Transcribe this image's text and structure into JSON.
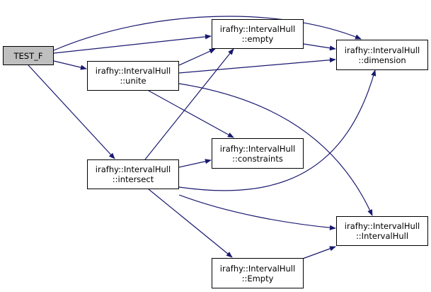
{
  "diagram": {
    "colors": {
      "edge": "#191970",
      "root_fill": "#bfbfbf",
      "node_fill": "#ffffff",
      "border": "#000000"
    },
    "nodes": [
      {
        "id": "test_f",
        "lines": [
          "TEST_F"
        ],
        "root": true
      },
      {
        "id": "empty",
        "lines": [
          "irafhy::IntervalHull",
          "::empty"
        ]
      },
      {
        "id": "dimension",
        "lines": [
          "irafhy::IntervalHull",
          "::dimension"
        ]
      },
      {
        "id": "unite",
        "lines": [
          "irafhy::IntervalHull",
          "::unite"
        ]
      },
      {
        "id": "constraints",
        "lines": [
          "irafhy::IntervalHull",
          "::constraints"
        ]
      },
      {
        "id": "intersect",
        "lines": [
          "irafhy::IntervalHull",
          "::intersect"
        ]
      },
      {
        "id": "intervalhull",
        "lines": [
          "irafhy::IntervalHull",
          "::IntervalHull"
        ]
      },
      {
        "id": "Empty",
        "lines": [
          "irafhy::IntervalHull",
          "::Empty"
        ]
      }
    ],
    "edges": [
      {
        "from": "test_f",
        "to": "dimension"
      },
      {
        "from": "test_f",
        "to": "empty"
      },
      {
        "from": "test_f",
        "to": "unite"
      },
      {
        "from": "test_f",
        "to": "intersect"
      },
      {
        "from": "empty",
        "to": "dimension"
      },
      {
        "from": "unite",
        "to": "empty"
      },
      {
        "from": "unite",
        "to": "dimension"
      },
      {
        "from": "unite",
        "to": "constraints"
      },
      {
        "from": "unite",
        "to": "intervalhull"
      },
      {
        "from": "intersect",
        "to": "empty"
      },
      {
        "from": "intersect",
        "to": "constraints"
      },
      {
        "from": "intersect",
        "to": "dimension"
      },
      {
        "from": "intersect",
        "to": "intervalhull"
      },
      {
        "from": "intersect",
        "to": "Empty"
      },
      {
        "from": "Empty",
        "to": "intervalhull"
      }
    ]
  }
}
